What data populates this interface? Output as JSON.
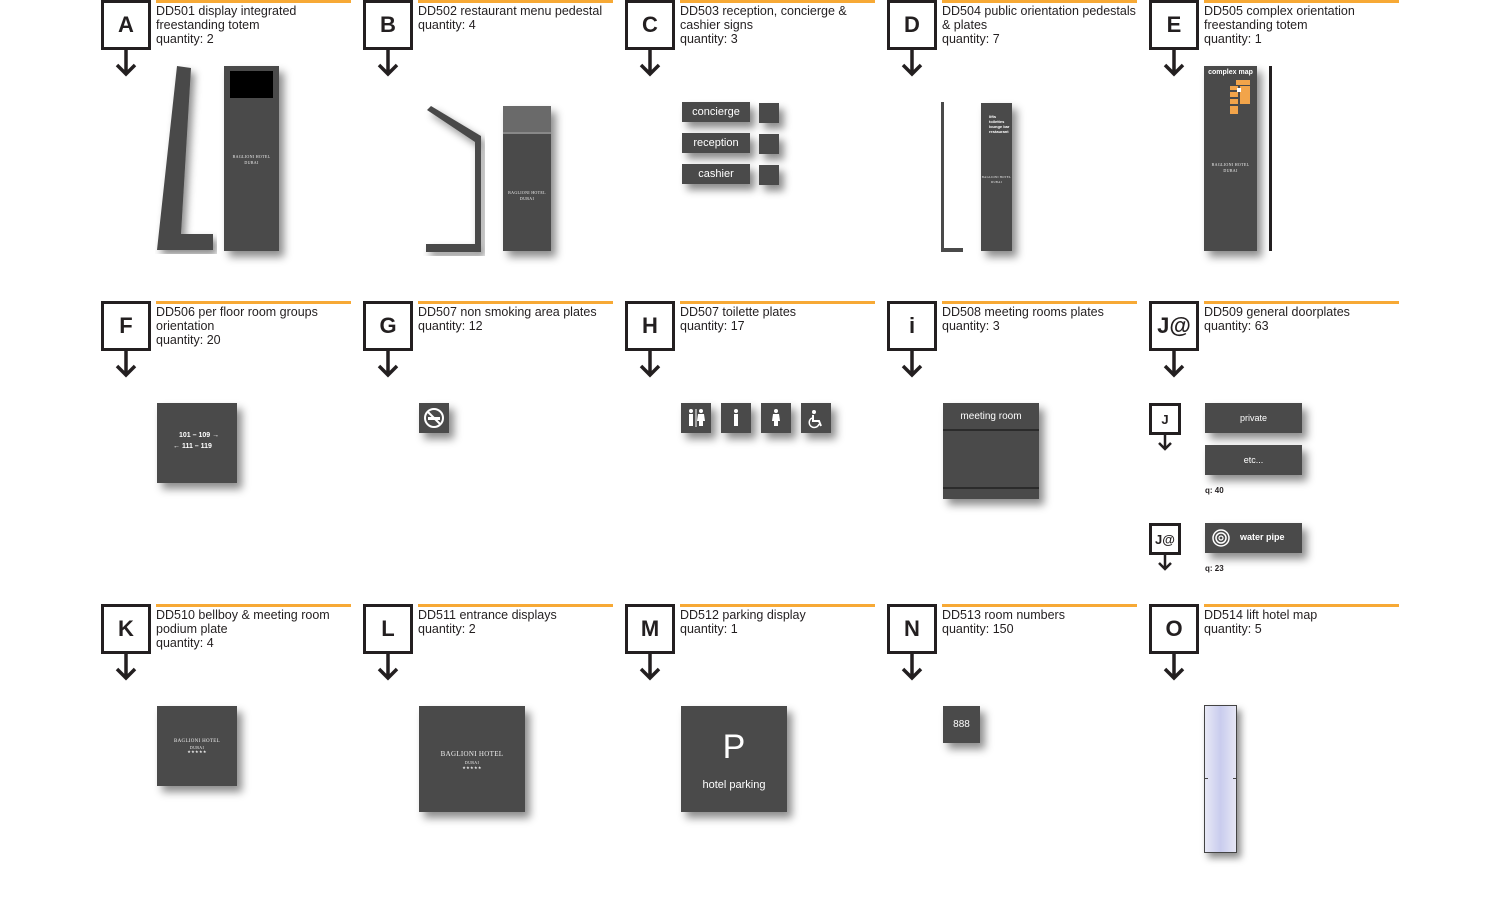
{
  "items": [
    {
      "letter": "A",
      "code": "DD501 display integrated freestanding totem",
      "quantity": "quantity: 2"
    },
    {
      "letter": "B",
      "code": "DD502 restaurant menu pedestal",
      "quantity": "quantity: 4"
    },
    {
      "letter": "C",
      "code": "DD503 reception, concierge & cashier signs",
      "quantity": "quantity: 3"
    },
    {
      "letter": "D",
      "code": "DD504 public orientation pedestals & plates",
      "quantity": "quantity: 7"
    },
    {
      "letter": "E",
      "code": "DD505 complex orientation freestanding totem",
      "quantity": "quantity: 1"
    },
    {
      "letter": "F",
      "code": "DD506 per floor room groups orientation",
      "quantity": "quantity: 20"
    },
    {
      "letter": "G",
      "code": "DD507 non smoking area plates",
      "quantity": "quantity: 12"
    },
    {
      "letter": "H",
      "code": "DD507 toilette plates",
      "quantity": "quantity: 17"
    },
    {
      "letter": "i",
      "code": "DD508 meeting rooms plates",
      "quantity": "quantity:  3"
    },
    {
      "letter": "J@",
      "code": "DD509 general doorplates",
      "quantity": "quantity: 63"
    },
    {
      "letter": "K",
      "code": "DD510 bellboy & meeting room podium plate",
      "quantity": "quantity: 4"
    },
    {
      "letter": "L",
      "code": "DD511 entrance displays",
      "quantity": "quantity: 2"
    },
    {
      "letter": "M",
      "code": "DD512 parking display",
      "quantity": "quantity: 1"
    },
    {
      "letter": "N",
      "code": "DD513 room numbers",
      "quantity": "quantity: 150"
    },
    {
      "letter": "O",
      "code": "DD514 lift hotel map",
      "quantity": "quantity: 5"
    }
  ],
  "signs": {
    "hotel_name": "BAGLIONI HOTEL",
    "hotel_city": "DUBAI",
    "stars": "★★★★★",
    "reception_labels": [
      "concierge",
      "reception",
      "cashier"
    ],
    "orientation_items": [
      "lifts",
      "toilettes",
      "lounge bar",
      "restaurant"
    ],
    "complex_map_title": "complex map",
    "floor_line_1": "101 – 109",
    "floor_line_2": "111 – 119",
    "meeting_room_label": "meeting room",
    "doorplate_sub_letter_1": "J",
    "doorplate_sub_letter_2": "J@",
    "doorplate_private": "private",
    "doorplate_etc": "etc...",
    "doorplate_q1": "q: 40",
    "doorplate_water": "water pipe",
    "doorplate_q2": "q: 23",
    "parking_letter": "P",
    "parking_label": "hotel parking",
    "room_number": "888"
  },
  "colors": {
    "accent_line": "#f7a935",
    "sign_body": "#4a4a4a",
    "map_orange": "#f2a44a",
    "lift_map_glass": "#c9ccee"
  }
}
